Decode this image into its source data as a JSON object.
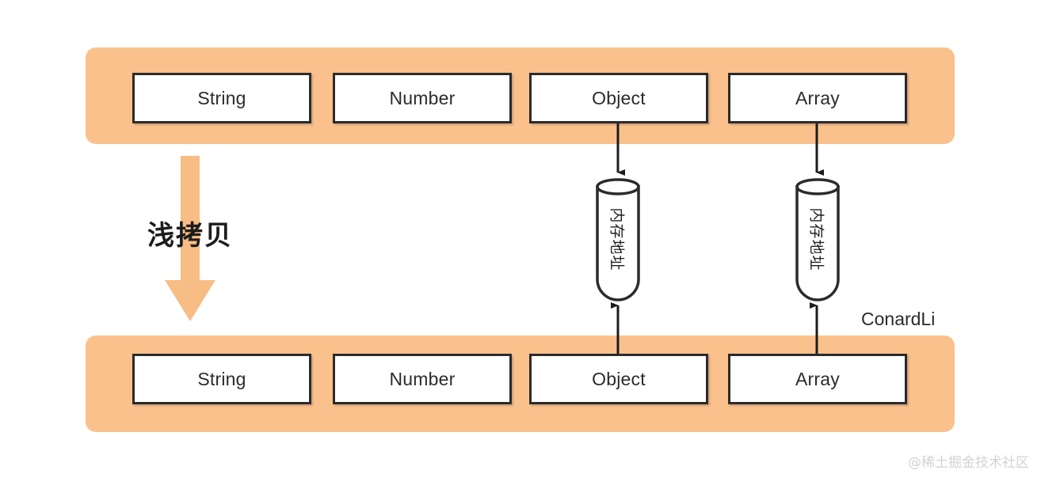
{
  "diagram": {
    "title_label": "浅拷贝",
    "credit": "ConardLi",
    "watermark": "@稀土掘金技术社区",
    "colors": {
      "band": "#fac18d",
      "box_border": "#2b2b2b",
      "box_fill": "#ffffff",
      "arrow_stroke": "#1d1d1d",
      "copy_arrow": "#f7bd85",
      "background": "#ffffff",
      "watermark": "#d2d2d2"
    },
    "source_row": {
      "name": "original-object-row",
      "boxes": [
        {
          "label": "String",
          "has_reference": false
        },
        {
          "label": "Number",
          "has_reference": false
        },
        {
          "label": "Object",
          "has_reference": true
        },
        {
          "label": "Array",
          "has_reference": true
        }
      ]
    },
    "target_row": {
      "name": "copied-object-row",
      "boxes": [
        {
          "label": "String",
          "has_reference": false
        },
        {
          "label": "Number",
          "has_reference": false
        },
        {
          "label": "Object",
          "has_reference": true
        },
        {
          "label": "Array",
          "has_reference": true
        }
      ]
    },
    "memory_nodes": [
      {
        "label": "内存地址",
        "shared_by": [
          "Object",
          "Object"
        ]
      },
      {
        "label": "内存地址",
        "shared_by": [
          "Array",
          "Array"
        ]
      }
    ]
  }
}
